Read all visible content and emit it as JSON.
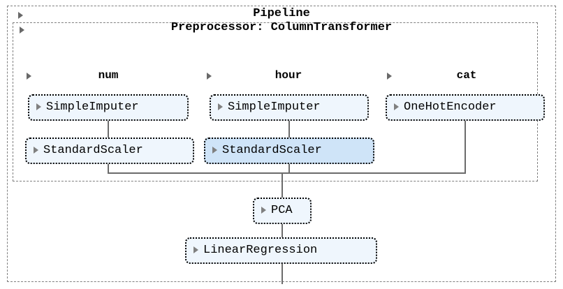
{
  "diagram": {
    "type": "sklearn-pipeline-repr",
    "root_label": "Pipeline",
    "preprocessor_label": "Preprocessor: ColumnTransformer",
    "columns": [
      {
        "name": "num",
        "label": "num",
        "steps": [
          "SimpleImputer",
          "StandardScaler"
        ]
      },
      {
        "name": "hour",
        "label": "hour",
        "steps": [
          "SimpleImputer",
          "StandardScaler"
        ]
      },
      {
        "name": "cat",
        "label": "cat",
        "steps": [
          "OneHotEncoder"
        ]
      }
    ],
    "estimators": {
      "num_imputer": "SimpleImputer",
      "num_scaler": "StandardScaler",
      "hour_imputer": "SimpleImputer",
      "hour_scaler": "StandardScaler",
      "cat_onehot": "OneHotEncoder",
      "pca": "PCA",
      "linreg": "LinearRegression"
    },
    "highlighted_step": "hour_scaler",
    "final_steps": [
      "PCA",
      "LinearRegression"
    ],
    "icons": {
      "expand_triangle": "triangle-right-icon"
    },
    "colors": {
      "box_background": "#eff6fd",
      "box_background_highlight": "#cfe4f8",
      "box_border": "#000000",
      "container_border": "#7f7f7f",
      "connector": "#6b6b6b",
      "triangle": "#808080",
      "text": "#000000",
      "page_background": "#ffffff"
    }
  }
}
